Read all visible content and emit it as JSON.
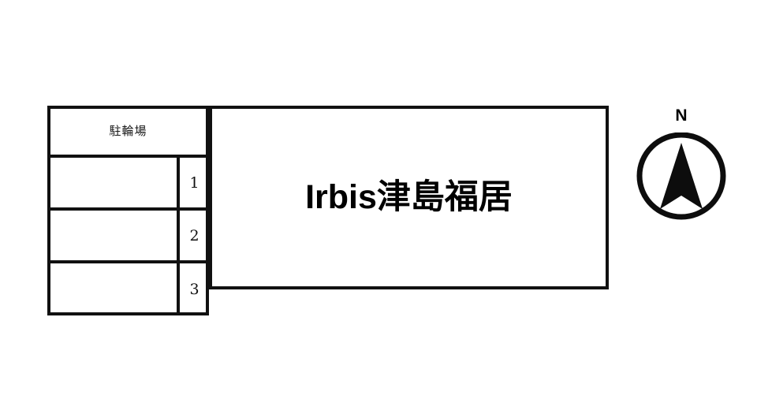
{
  "plan": {
    "title": "Irbis津島福居",
    "bike_parking_label": "駐輪場",
    "stalls": [
      {
        "number": "1"
      },
      {
        "number": "2"
      },
      {
        "number": "3"
      }
    ],
    "compass": {
      "north_label": "N",
      "icon": "compass-north-arrow-icon"
    },
    "colors": {
      "line": "#111111",
      "background": "#ffffff",
      "text": "#000000"
    }
  }
}
